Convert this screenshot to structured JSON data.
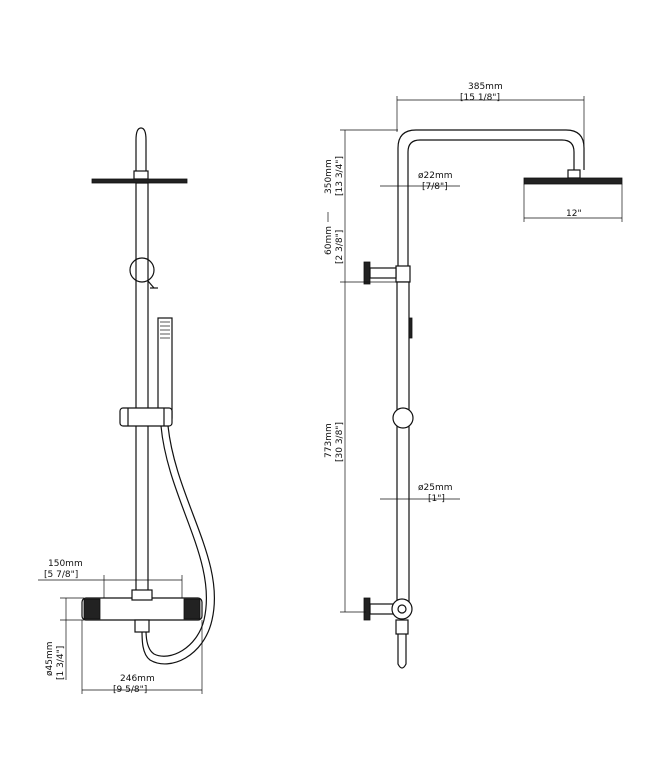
{
  "dimensions": {
    "top_width": {
      "mm": "385mm",
      "inch": "[15 1/8\"]"
    },
    "arm_height": {
      "mm": "350mm",
      "inch": "[13 3/4\"]"
    },
    "arm_diameter": {
      "mm": "ø22mm",
      "inch": "[7/8\"]"
    },
    "head_diameter": {
      "inch": "12\""
    },
    "offset_height": {
      "mm": "60mm",
      "inch": "[2 3/8\"]"
    },
    "riser_length": {
      "mm": "773mm",
      "inch": "[30 3/8\"]"
    },
    "riser_diameter": {
      "mm": "ø25mm",
      "inch": "[1\"]"
    },
    "center_distance": {
      "mm": "150mm",
      "inch": "[5 7/8\"]"
    },
    "valve_width": {
      "mm": "246mm",
      "inch": "[9 5/8\"]"
    },
    "valve_diameter": {
      "mm": "ø45mm",
      "inch": "[1 3/4\"]"
    }
  }
}
